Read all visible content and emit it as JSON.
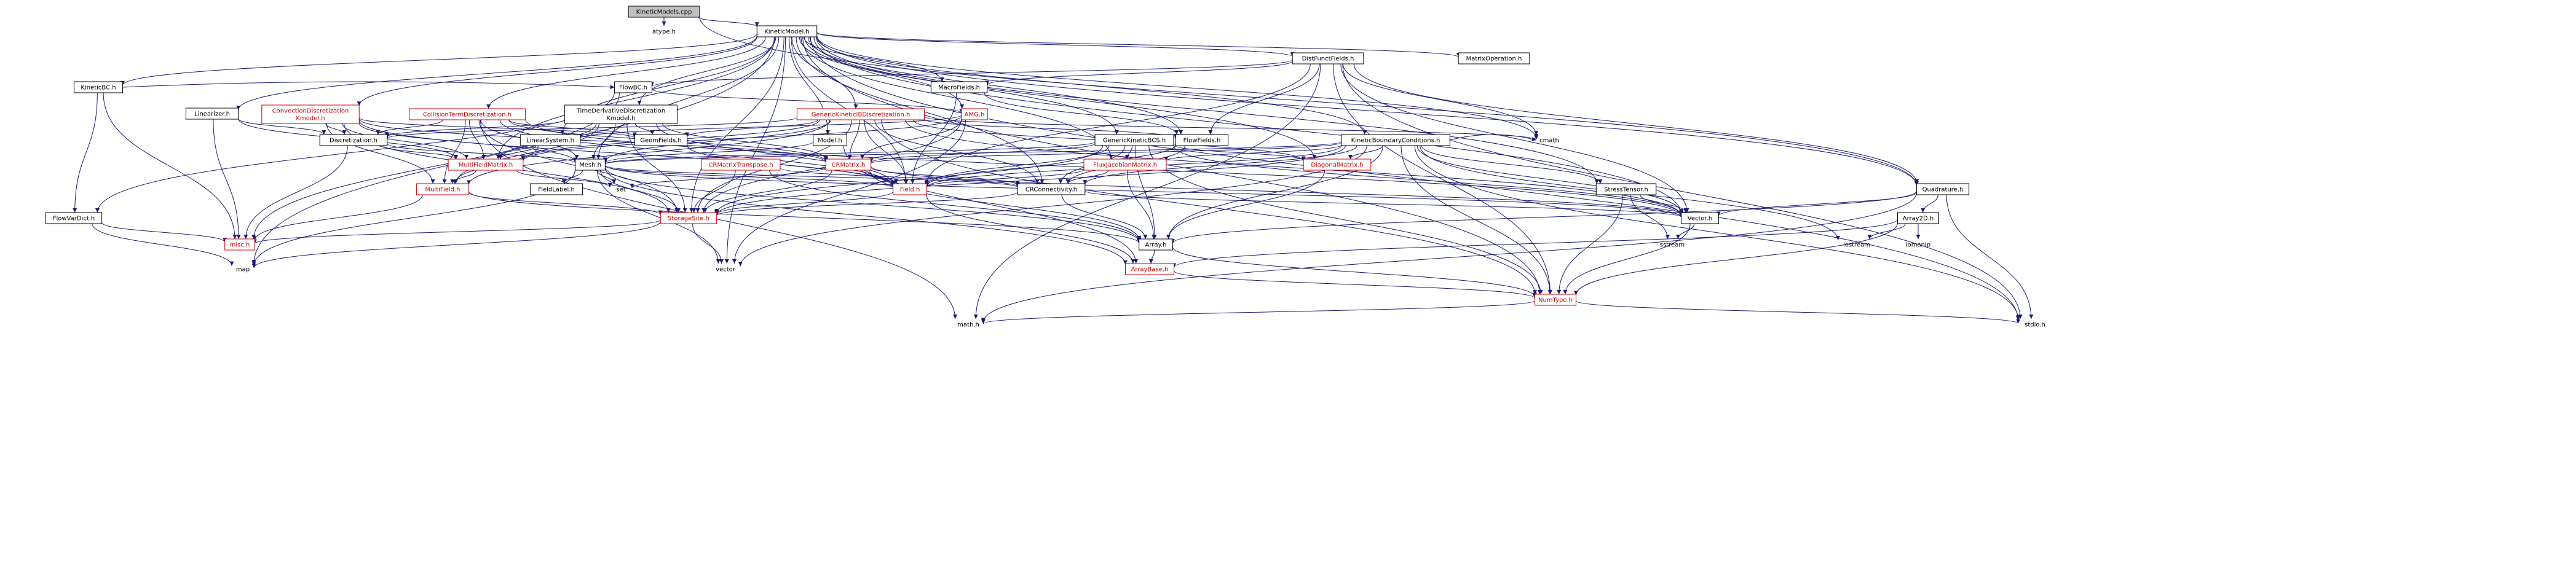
{
  "colors": {
    "edge": "#191970",
    "root_fill": "#bfbfbf",
    "box_fill": "#ffffff",
    "box_border": "#000000",
    "incomplete_border": "#cc0000",
    "incomplete_text": "#cc0000"
  },
  "nodes": [
    {
      "id": "kineticmodels_cpp",
      "label": "KineticModels.cpp",
      "root": true
    },
    {
      "id": "atype_h",
      "label": "atype.h",
      "plain": true
    },
    {
      "id": "kineticmodel_h",
      "label": "KineticModel.h"
    },
    {
      "id": "distfunctfields_h",
      "label": "DistFunctFields.h"
    },
    {
      "id": "matrixoperation_h",
      "label": "MatrixOperation.h"
    },
    {
      "id": "kineticbc_h",
      "label": "KineticBC.h"
    },
    {
      "id": "flowbc_h",
      "label": "FlowBC.h"
    },
    {
      "id": "macrofields_h",
      "label": "MacroFields.h"
    },
    {
      "id": "linearizer_h",
      "label": "Linearizer.h"
    },
    {
      "id": "convectiondiscretization_h",
      "label": "ConvectionDiscretization\nKmodel.h",
      "red": true
    },
    {
      "id": "collisiontermdiscretization_h",
      "label": "CollisionTermDiscretization.h",
      "red": true
    },
    {
      "id": "timederivativediscretization_h",
      "label": "TimeDerivativeDiscretization\nKmodel.h"
    },
    {
      "id": "genericKineticibdiscretization_h",
      "label": "GenericKineticIBDiscretization.h",
      "red": true
    },
    {
      "id": "amg_h",
      "label": "AMG.h",
      "red": true
    },
    {
      "id": "discretization_h",
      "label": "Discretization.h"
    },
    {
      "id": "linearsystem_h",
      "label": "LinearSystem.h"
    },
    {
      "id": "geomfields_h",
      "label": "GeomFields.h"
    },
    {
      "id": "model_h",
      "label": "Model.h"
    },
    {
      "id": "generickineticbcs_h",
      "label": "GenericKineticBCS.h"
    },
    {
      "id": "flowfields_h",
      "label": "FlowFields.h"
    },
    {
      "id": "kineticboundaryconditions_h",
      "label": "KineticBoundaryConditions.h"
    },
    {
      "id": "cmath",
      "label": "cmath",
      "plain": true
    },
    {
      "id": "multifieldmatrix_h",
      "label": "MultiFieldMatrix.h",
      "red": true
    },
    {
      "id": "mesh_h",
      "label": "Mesh.h"
    },
    {
      "id": "crmatrixtranspose_h",
      "label": "CRMatrixTranspose.h",
      "red": true
    },
    {
      "id": "crmatrix_h",
      "label": "CRMatrix.h",
      "red": true
    },
    {
      "id": "fluxjacobianmatrix_h",
      "label": "FluxJacobianMatrix.h",
      "red": true
    },
    {
      "id": "diagonalmatrix_h",
      "label": "DiagonalMatrix.h",
      "red": true
    },
    {
      "id": "multifield_h",
      "label": "MultiField.h",
      "red": true
    },
    {
      "id": "fieldlabel_h",
      "label": "FieldLabel.h"
    },
    {
      "id": "set",
      "label": "set",
      "plain": true
    },
    {
      "id": "field_h",
      "label": "Field.h",
      "red": true
    },
    {
      "id": "crconnectivity_h",
      "label": "CRConnectivity.h"
    },
    {
      "id": "stresstensor_h",
      "label": "StressTensor.h"
    },
    {
      "id": "quadrature_h",
      "label": "Quadrature.h"
    },
    {
      "id": "flowvardict_h",
      "label": "FlowVarDict.h"
    },
    {
      "id": "storagesite_h",
      "label": "StorageSite.h",
      "red": true
    },
    {
      "id": "vector_h",
      "label": "Vector.h"
    },
    {
      "id": "array2d_h",
      "label": "Array2D.h"
    },
    {
      "id": "misc_h",
      "label": "misc.h",
      "red": true
    },
    {
      "id": "array_h",
      "label": "Array.h"
    },
    {
      "id": "sstream",
      "label": "sstream",
      "plain": true
    },
    {
      "id": "iostream",
      "label": "iostream",
      "plain": true
    },
    {
      "id": "iomanip",
      "label": "iomanip",
      "plain": true
    },
    {
      "id": "map",
      "label": "map",
      "plain": true
    },
    {
      "id": "vector",
      "label": "vector",
      "plain": true
    },
    {
      "id": "arraybase_h",
      "label": "ArrayBase.h",
      "red": true
    },
    {
      "id": "numtype_h",
      "label": "NumType.h",
      "red": true
    },
    {
      "id": "math_h",
      "label": "math.h",
      "plain": true
    },
    {
      "id": "stdio_h",
      "label": "stdio.h",
      "plain": true
    }
  ],
  "edges": [
    [
      "kineticmodels_cpp",
      "atype_h"
    ],
    [
      "kineticmodels_cpp",
      "kineticmodel_h"
    ],
    [
      "kineticmodels_cpp",
      "quadrature_h"
    ],
    [
      "kineticmodel_h",
      "distfunctfields_h"
    ],
    [
      "kineticmodel_h",
      "matrixoperation_h"
    ],
    [
      "kineticmodel_h",
      "kineticbc_h"
    ],
    [
      "kineticmodel_h",
      "macrofields_h"
    ],
    [
      "kineticmodel_h",
      "linearizer_h"
    ],
    [
      "kineticmodel_h",
      "convectiondiscretization_h"
    ],
    [
      "kineticmodel_h",
      "collisiontermdiscretization_h"
    ],
    [
      "kineticmodel_h",
      "timederivativediscretization_h"
    ],
    [
      "kineticmodel_h",
      "genericKineticibdiscretization_h"
    ],
    [
      "kineticmodel_h",
      "linearsystem_h"
    ],
    [
      "kineticmodel_h",
      "model_h"
    ],
    [
      "kineticmodel_h",
      "generickineticbcs_h"
    ],
    [
      "kineticmodel_h",
      "flowfields_h"
    ],
    [
      "kineticmodel_h",
      "kineticboundaryconditions_h"
    ],
    [
      "kineticmodel_h",
      "cmath"
    ],
    [
      "kineticmodel_h",
      "multifieldmatrix_h"
    ],
    [
      "kineticmodel_h",
      "mesh_h"
    ],
    [
      "kineticmodel_h",
      "diagonalmatrix_h"
    ],
    [
      "kineticmodel_h",
      "crconnectivity_h"
    ],
    [
      "kineticmodel_h",
      "stresstensor_h"
    ],
    [
      "kineticmodel_h",
      "quadrature_h"
    ],
    [
      "kineticmodel_h",
      "storagesite_h"
    ],
    [
      "kineticmodel_h",
      "vector_h"
    ],
    [
      "kineticmodel_h",
      "map"
    ],
    [
      "kineticmodel_h",
      "vector"
    ],
    [
      "kineticmodel_h",
      "numtype_h"
    ],
    [
      "kineticmodel_h",
      "stdio_h"
    ],
    [
      "kineticmodel_h",
      "field_h"
    ],
    [
      "kineticmodel_h",
      "fluxjacobianmatrix_h"
    ],
    [
      "kineticmodel_h",
      "amg_h"
    ],
    [
      "distfunctfields_h",
      "flowbc_h"
    ],
    [
      "distfunctfields_h",
      "macrofields_h"
    ],
    [
      "distfunctfields_h",
      "flowfields_h"
    ],
    [
      "distfunctfields_h",
      "quadrature_h"
    ],
    [
      "distfunctfields_h",
      "vector_h"
    ],
    [
      "distfunctfields_h",
      "field_h"
    ],
    [
      "distfunctfields_h",
      "math_h"
    ],
    [
      "distfunctfields_h",
      "stdio_h"
    ],
    [
      "distfunctfields_h",
      "cmath"
    ],
    [
      "distfunctfields_h",
      "numtype_h"
    ],
    [
      "kineticbc_h",
      "flowbc_h"
    ],
    [
      "kineticbc_h",
      "flowvardict_h"
    ],
    [
      "kineticbc_h",
      "misc_h"
    ],
    [
      "flowbc_h",
      "amg_h"
    ],
    [
      "flowbc_h",
      "flowvardict_h"
    ],
    [
      "flowbc_h",
      "misc_h"
    ],
    [
      "macrofields_h",
      "flowfields_h"
    ],
    [
      "macrofields_h",
      "field_h"
    ],
    [
      "linearizer_h",
      "discretization_h"
    ],
    [
      "linearizer_h",
      "multifieldmatrix_h"
    ],
    [
      "linearizer_h",
      "misc_h"
    ],
    [
      "convectiondiscretization_h",
      "discretization_h"
    ],
    [
      "convectiondiscretization_h",
      "multifieldmatrix_h"
    ],
    [
      "convectiondiscretization_h",
      "multifield_h"
    ],
    [
      "convectiondiscretization_h",
      "storagesite_h"
    ],
    [
      "convectiondiscretization_h",
      "crmatrix_h"
    ],
    [
      "convectiondiscretization_h",
      "mesh_h"
    ],
    [
      "convectiondiscretization_h",
      "geomfields_h"
    ],
    [
      "convectiondiscretization_h",
      "field_h"
    ],
    [
      "collisiontermdiscretization_h",
      "discretization_h"
    ],
    [
      "collisiontermdiscretization_h",
      "multifield_h"
    ],
    [
      "collisiontermdiscretization_h",
      "multifieldmatrix_h"
    ],
    [
      "collisiontermdiscretization_h",
      "crmatrix_h"
    ],
    [
      "collisiontermdiscretization_h",
      "mesh_h"
    ],
    [
      "collisiontermdiscretization_h",
      "geomfields_h"
    ],
    [
      "collisiontermdiscretization_h",
      "storagesite_h"
    ],
    [
      "collisiontermdiscretization_h",
      "math_h"
    ],
    [
      "collisiontermdiscretization_h",
      "field_h"
    ],
    [
      "collisiontermdiscretization_h",
      "vector_h"
    ],
    [
      "timederivativediscretization_h",
      "discretization_h"
    ],
    [
      "timederivativediscretization_h",
      "multifieldmatrix_h"
    ],
    [
      "timederivativediscretization_h",
      "crmatrix_h"
    ],
    [
      "timederivativediscretization_h",
      "mesh_h"
    ],
    [
      "timederivativediscretization_h",
      "geomfields_h"
    ],
    [
      "timederivativediscretization_h",
      "storagesite_h"
    ],
    [
      "timederivativediscretization_h",
      "multifield_h"
    ],
    [
      "timederivativediscretization_h",
      "field_h"
    ],
    [
      "genericKineticibdiscretization_h",
      "discretization_h"
    ],
    [
      "genericKineticibdiscretization_h",
      "geomfields_h"
    ],
    [
      "genericKineticibdiscretization_h",
      "flowfields_h"
    ],
    [
      "genericKineticibdiscretization_h",
      "crmatrix_h"
    ],
    [
      "genericKineticibdiscretization_h",
      "mesh_h"
    ],
    [
      "genericKineticibdiscretization_h",
      "multifield_h"
    ],
    [
      "genericKineticibdiscretization_h",
      "multifieldmatrix_h"
    ],
    [
      "genericKineticibdiscretization_h",
      "crconnectivity_h"
    ],
    [
      "genericKineticibdiscretization_h",
      "storagesite_h"
    ],
    [
      "genericKineticibdiscretization_h",
      "vector_h"
    ],
    [
      "genericKineticibdiscretization_h",
      "numtype_h"
    ],
    [
      "genericKineticibdiscretization_h",
      "cmath"
    ],
    [
      "genericKineticibdiscretization_h",
      "diagonalmatrix_h"
    ],
    [
      "genericKineticibdiscretization_h",
      "field_h"
    ],
    [
      "amg_h",
      "linearsystem_h"
    ],
    [
      "amg_h",
      "multifieldmatrix_h"
    ],
    [
      "amg_h",
      "crmatrix_h"
    ],
    [
      "amg_h",
      "storagesite_h"
    ],
    [
      "amg_h",
      "vector"
    ],
    [
      "discretization_h",
      "mesh_h"
    ],
    [
      "discretization_h",
      "multifieldmatrix_h"
    ],
    [
      "discretization_h",
      "misc_h"
    ],
    [
      "linearsystem_h",
      "multifieldmatrix_h"
    ],
    [
      "linearsystem_h",
      "multifield_h"
    ],
    [
      "geomfields_h",
      "field_h"
    ],
    [
      "model_h",
      "mesh_h"
    ],
    [
      "model_h",
      "arraybase_h"
    ],
    [
      "generickineticbcs_h",
      "mesh_h"
    ],
    [
      "generickineticbcs_h",
      "fluxjacobianmatrix_h"
    ],
    [
      "generickineticbcs_h",
      "crmatrix_h"
    ],
    [
      "generickineticbcs_h",
      "field_h"
    ],
    [
      "generickineticbcs_h",
      "crconnectivity_h"
    ],
    [
      "generickineticbcs_h",
      "storagesite_h"
    ],
    [
      "generickineticbcs_h",
      "diagonalmatrix_h"
    ],
    [
      "generickineticbcs_h",
      "array_h"
    ],
    [
      "generickineticbcs_h",
      "vector_h"
    ],
    [
      "generickineticbcs_h",
      "numtype_h"
    ],
    [
      "flowfields_h",
      "field_h"
    ],
    [
      "flowfields_h",
      "crconnectivity_h"
    ],
    [
      "kineticboundaryconditions_h",
      "mesh_h"
    ],
    [
      "kineticboundaryconditions_h",
      "diagonalmatrix_h"
    ],
    [
      "kineticboundaryconditions_h",
      "fluxjacobianmatrix_h"
    ],
    [
      "kineticboundaryconditions_h",
      "crmatrix_h"
    ],
    [
      "kineticboundaryconditions_h",
      "field_h"
    ],
    [
      "kineticboundaryconditions_h",
      "crconnectivity_h"
    ],
    [
      "kineticboundaryconditions_h",
      "stresstensor_h"
    ],
    [
      "kineticboundaryconditions_h",
      "vector_h"
    ],
    [
      "kineticboundaryconditions_h",
      "storagesite_h"
    ],
    [
      "kineticboundaryconditions_h",
      "cmath"
    ],
    [
      "kineticboundaryconditions_h",
      "array_h"
    ],
    [
      "kineticboundaryconditions_h",
      "numtype_h"
    ],
    [
      "kineticboundaryconditions_h",
      "iostream"
    ],
    [
      "kineticboundaryconditions_h",
      "stdio_h"
    ],
    [
      "kineticboundaryconditions_h",
      "vector"
    ],
    [
      "multifieldmatrix_h",
      "multifield_h"
    ],
    [
      "multifieldmatrix_h",
      "set"
    ],
    [
      "mesh_h",
      "fieldlabel_h"
    ],
    [
      "mesh_h",
      "storagesite_h"
    ],
    [
      "mesh_h",
      "crconnectivity_h"
    ],
    [
      "mesh_h",
      "field_h"
    ],
    [
      "mesh_h",
      "vector_h"
    ],
    [
      "mesh_h",
      "set"
    ],
    [
      "mesh_h",
      "map"
    ],
    [
      "mesh_h",
      "vector"
    ],
    [
      "mesh_h",
      "arraybase_h"
    ],
    [
      "mesh_h",
      "array_h"
    ],
    [
      "crmatrixtranspose_h",
      "storagesite_h"
    ],
    [
      "crmatrixtranspose_h",
      "crconnectivity_h"
    ],
    [
      "crmatrixtranspose_h",
      "array_h"
    ],
    [
      "crmatrix_h",
      "crconnectivity_h"
    ],
    [
      "crmatrix_h",
      "storagesite_h"
    ],
    [
      "crmatrix_h",
      "field_h"
    ],
    [
      "crmatrix_h",
      "array_h"
    ],
    [
      "crmatrix_h",
      "set"
    ],
    [
      "crmatrix_h",
      "vector_h"
    ],
    [
      "fluxjacobianmatrix_h",
      "crconnectivity_h"
    ],
    [
      "fluxjacobianmatrix_h",
      "array_h"
    ],
    [
      "fluxjacobianmatrix_h",
      "field_h"
    ],
    [
      "diagonalmatrix_h",
      "array_h"
    ],
    [
      "multifield_h",
      "storagesite_h"
    ],
    [
      "multifield_h",
      "misc_h"
    ],
    [
      "multifield_h",
      "array_h"
    ],
    [
      "field_h",
      "storagesite_h"
    ],
    [
      "field_h",
      "arraybase_h"
    ],
    [
      "crconnectivity_h",
      "storagesite_h"
    ],
    [
      "crconnectivity_h",
      "array_h"
    ],
    [
      "crconnectivity_h",
      "vector_h"
    ],
    [
      "stresstensor_h",
      "vector_h"
    ],
    [
      "stresstensor_h",
      "sstream"
    ],
    [
      "stresstensor_h",
      "numtype_h"
    ],
    [
      "quadrature_h",
      "vector_h"
    ],
    [
      "quadrature_h",
      "array2d_h"
    ],
    [
      "quadrature_h",
      "array_h"
    ],
    [
      "quadrature_h",
      "math_h"
    ],
    [
      "quadrature_h",
      "stdio_h"
    ],
    [
      "flowvardict_h",
      "map"
    ],
    [
      "flowvardict_h",
      "misc_h"
    ],
    [
      "storagesite_h",
      "misc_h"
    ],
    [
      "storagesite_h",
      "vector"
    ],
    [
      "storagesite_h",
      "map"
    ],
    [
      "vector_h",
      "sstream"
    ],
    [
      "vector_h",
      "numtype_h"
    ],
    [
      "array2d_h",
      "iostream"
    ],
    [
      "array2d_h",
      "iomanip"
    ],
    [
      "array2d_h",
      "arraybase_h"
    ],
    [
      "array2d_h",
      "numtype_h"
    ],
    [
      "array_h",
      "arraybase_h"
    ],
    [
      "array_h",
      "numtype_h"
    ],
    [
      "arraybase_h",
      "numtype_h"
    ],
    [
      "numtype_h",
      "math_h"
    ],
    [
      "numtype_h",
      "stdio_h"
    ]
  ]
}
